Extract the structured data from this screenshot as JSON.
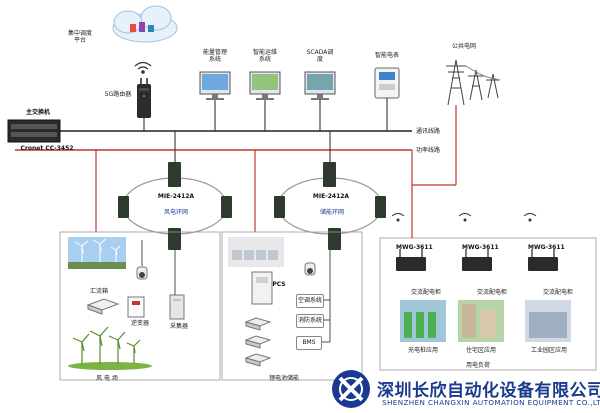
{
  "cloud": {
    "label_line1": "集中调度",
    "label_line2": "平台"
  },
  "router": {
    "label": "5G路由器"
  },
  "core_switch": {
    "title": "主交换机",
    "model": "Cronet CC-3452"
  },
  "systems": [
    {
      "line1": "能量管理",
      "line2": "系统"
    },
    {
      "line1": "智能运维",
      "line2": "系统"
    },
    {
      "line1": "SCADA调",
      "line2": "度"
    }
  ],
  "meter": {
    "label": "智能电表"
  },
  "grid": {
    "label": "公共电网"
  },
  "bus_lines": {
    "comm": "通讯线路",
    "power": "功率线路"
  },
  "ring_wind": {
    "switch_model": "MIE-2412A",
    "ring_label": "风电环网"
  },
  "ring_storage": {
    "switch_model": "MIE-2412A",
    "ring_label": "储能环网"
  },
  "wind_area": {
    "combiner": "汇流箱",
    "inverter": "逆变器",
    "collector": "采集器",
    "farm": "风 电 场"
  },
  "storage_area": {
    "pcs": "PCS",
    "aircon": "空调系统",
    "fire": "消防系统",
    "bms": "BMS",
    "title": "锂电池储能"
  },
  "load_area": {
    "gateways": [
      "MWG-3611",
      "MWG-3611",
      "MWG-3611"
    ],
    "cabinet": "交流配电柜",
    "apps": [
      "充电桩应用",
      "住宅区应用",
      "工业园区应用"
    ],
    "title": "用电负荷"
  },
  "company": {
    "name_cn": "深圳长欣自动化设备有限公司",
    "name_en": "SHENZHEN CHANGXIN AUTOMATION EQUIPMENT CO.,LTD"
  },
  "colors": {
    "comm_line": "#222222",
    "power_line": "#c0392b",
    "ring": "#9a9a9a",
    "brand": "#1a3a8f"
  }
}
